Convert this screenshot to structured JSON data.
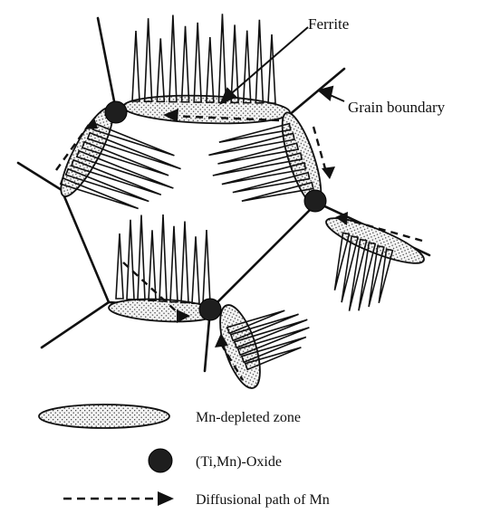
{
  "labels": {
    "ferrite": "Ferrite",
    "grain_boundary": "Grain boundary"
  },
  "legend": {
    "mn_depleted_zone": "Mn-depleted zone",
    "oxide": "(Ti,Mn)-Oxide",
    "diffusional_path": "Diffusional path of Mn"
  },
  "colors": {
    "ink": "#111111",
    "oxide_fill": "#1e1e1e",
    "zone_fill": "#f2f2f2"
  }
}
